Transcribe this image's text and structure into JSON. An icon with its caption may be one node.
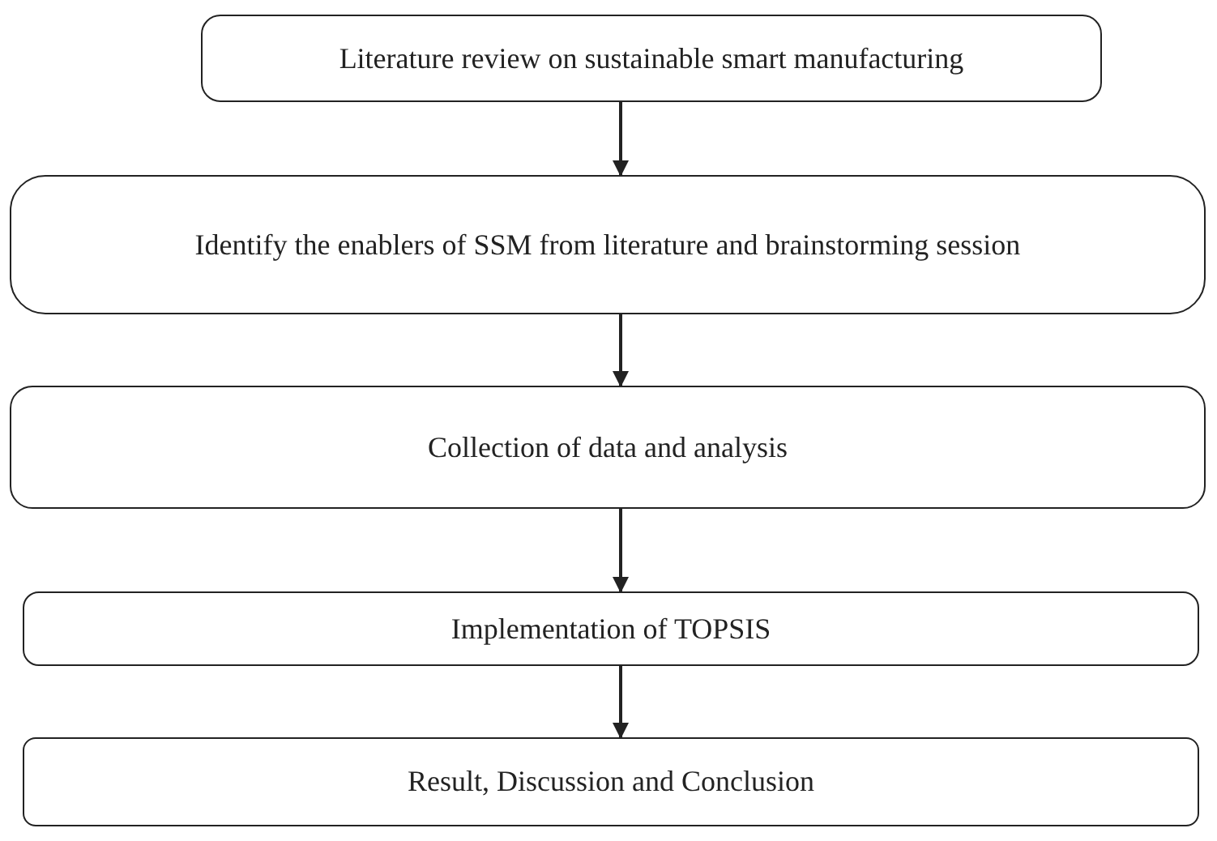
{
  "diagram": {
    "nodes": [
      {
        "text": [
          "Literature review on sustainable smart manufacturing"
        ]
      },
      {
        "text": [
          "Identify the enablers of SSM from literature and brainstorming session"
        ]
      },
      {
        "text": [
          "Collection of data and analysis"
        ]
      },
      {
        "text": [
          "Implementation of TOPSIS"
        ]
      },
      {
        "text": [
          "Result, Discussion and Conclusion"
        ]
      }
    ],
    "edges": [
      {
        "from": 0,
        "to": 1,
        "arrow": "to"
      },
      {
        "from": 1,
        "to": 2,
        "arrow": "to"
      },
      {
        "from": 2,
        "to": 3,
        "arrow": "to"
      },
      {
        "from": 3,
        "to": 4,
        "arrow": "to"
      }
    ]
  }
}
